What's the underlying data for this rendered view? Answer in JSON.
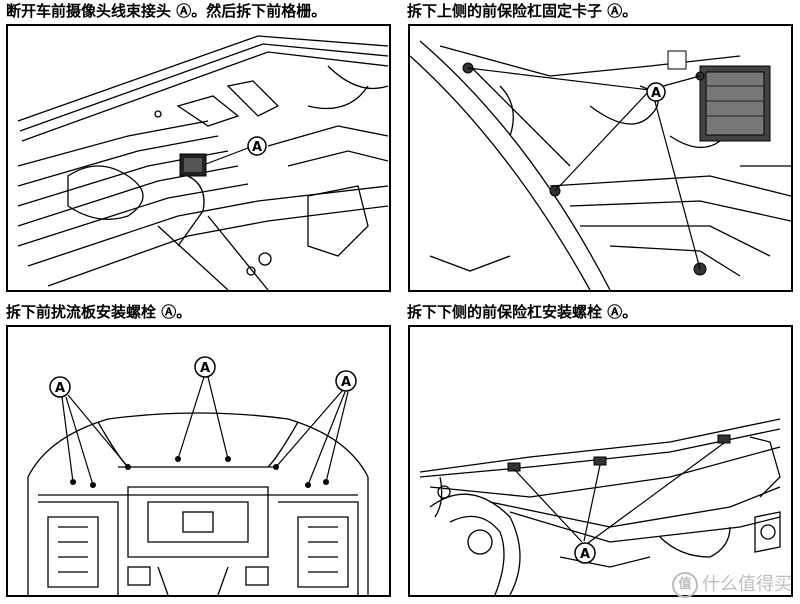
{
  "captions": {
    "top_left": "断开车前摄像头线束接头 Ⓐ。然后拆下前格栅。",
    "top_right": "拆下上侧的前保险杠固定卡子 Ⓐ。",
    "bottom_left": "拆下前扰流板安装螺栓 Ⓐ。",
    "bottom_right": "拆下下侧的前保险杠安装螺栓 Ⓐ。"
  },
  "callout_label": "A",
  "watermark": {
    "logo": "值",
    "text": "什么值得买"
  },
  "colors": {
    "line": "#000000",
    "watermark": "#bdbdbd"
  }
}
